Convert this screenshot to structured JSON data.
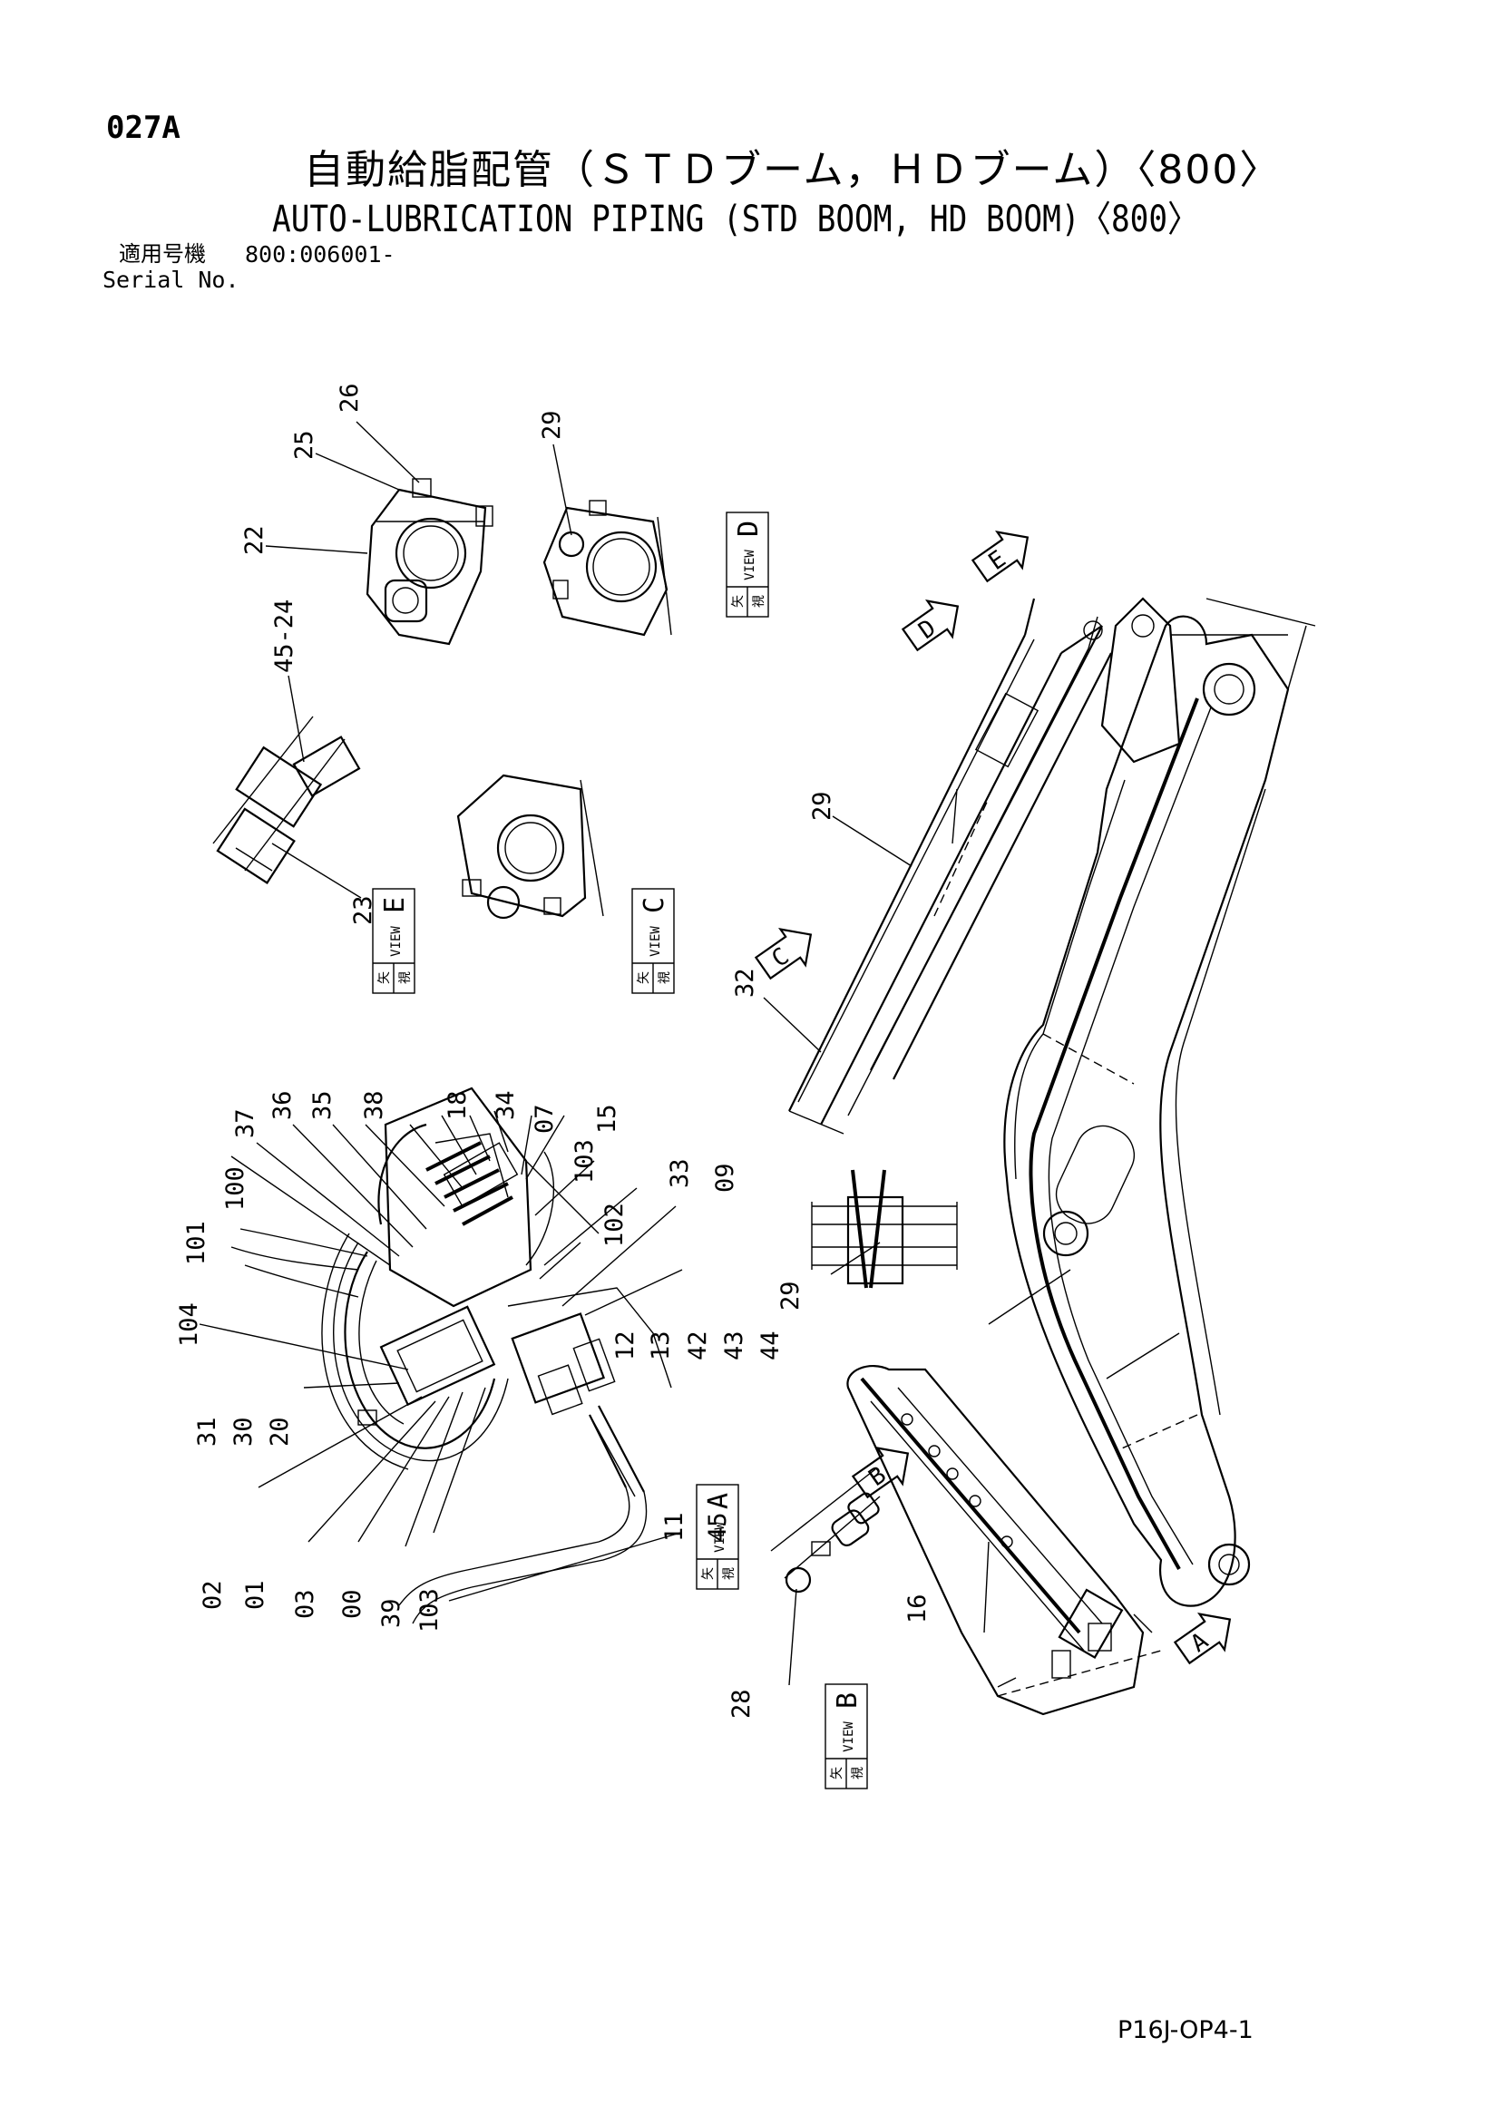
{
  "header": {
    "page_code": "027A",
    "title_ja": "自動給脂配管（ＳＴＤブーム，ＨＤブーム）〈800〉",
    "title_en": "AUTO-LUBRICATION PIPING (STD BOOM, HD BOOM)〈800〉",
    "serial_label_ja": "適用号機",
    "serial_value": "800:006001-",
    "serial_label_en": "Serial No."
  },
  "views": [
    {
      "letter": "D",
      "kanji_a": "矢",
      "kanji_b": "視",
      "word": "VIEW"
    },
    {
      "letter": "E",
      "kanji_a": "矢",
      "kanji_b": "視",
      "word": "VIEW"
    },
    {
      "letter": "C",
      "kanji_a": "矢",
      "kanji_b": "視",
      "word": "VIEW"
    },
    {
      "letter": "A",
      "kanji_a": "矢",
      "kanji_b": "視",
      "word": "VIEW"
    },
    {
      "letter": "B",
      "kanji_a": "矢",
      "kanji_b": "視",
      "word": "VIEW"
    }
  ],
  "view_arrows": [
    "E",
    "D",
    "C",
    "B",
    "A"
  ],
  "callouts": {
    "c26": "26",
    "c25": "25",
    "c22": "22",
    "c29a": "29",
    "c45_24": "45-24",
    "c23": "23",
    "c29b": "29",
    "c32": "32",
    "c37": "37",
    "c36": "36",
    "c35": "35",
    "c38": "38",
    "c18": "18",
    "c34": "34",
    "c07": "07",
    "c15": "15",
    "c100": "100",
    "c101": "101",
    "c103a": "103",
    "c33": "33",
    "c09": "09",
    "c102": "102",
    "c104": "104",
    "c29c": "29",
    "c12": "12",
    "c13": "13",
    "c42": "42",
    "c43": "43",
    "c44": "44",
    "c31": "31",
    "c30": "30",
    "c20": "20",
    "c11": "11",
    "c45": "45",
    "c02": "02",
    "c01": "01",
    "c03": "03",
    "c00": "00",
    "c39": "39",
    "c103b": "103",
    "c16": "16",
    "c28": "28"
  },
  "footer": {
    "page_ref": "P16J-OP4-1"
  }
}
